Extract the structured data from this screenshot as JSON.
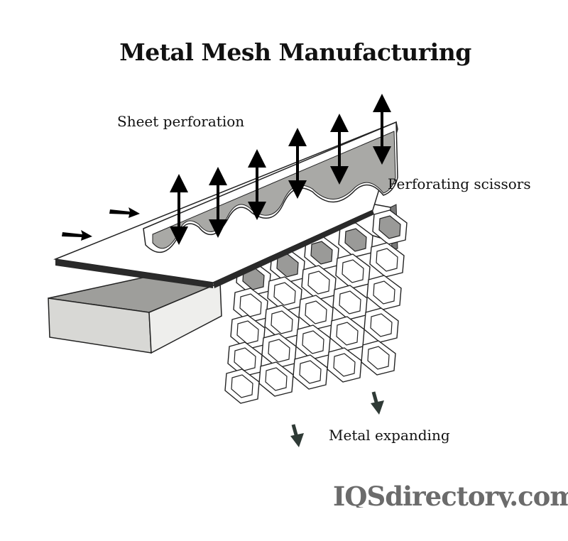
{
  "title": "Metal Mesh Manufacturing",
  "labels": {
    "sheet_perforation": "Sheet perforation",
    "perforating_scissors": "Perforating scissors",
    "metal_expanding": "Metal expanding"
  },
  "watermark": "IQSdirectory.com",
  "colors": {
    "blade": "#a9a9a6",
    "block_top": "#9e9e9b",
    "block_side": "#d8d8d5",
    "mesh_shadow": "#9a9a98",
    "expand_arrow": "#2f3a36"
  }
}
